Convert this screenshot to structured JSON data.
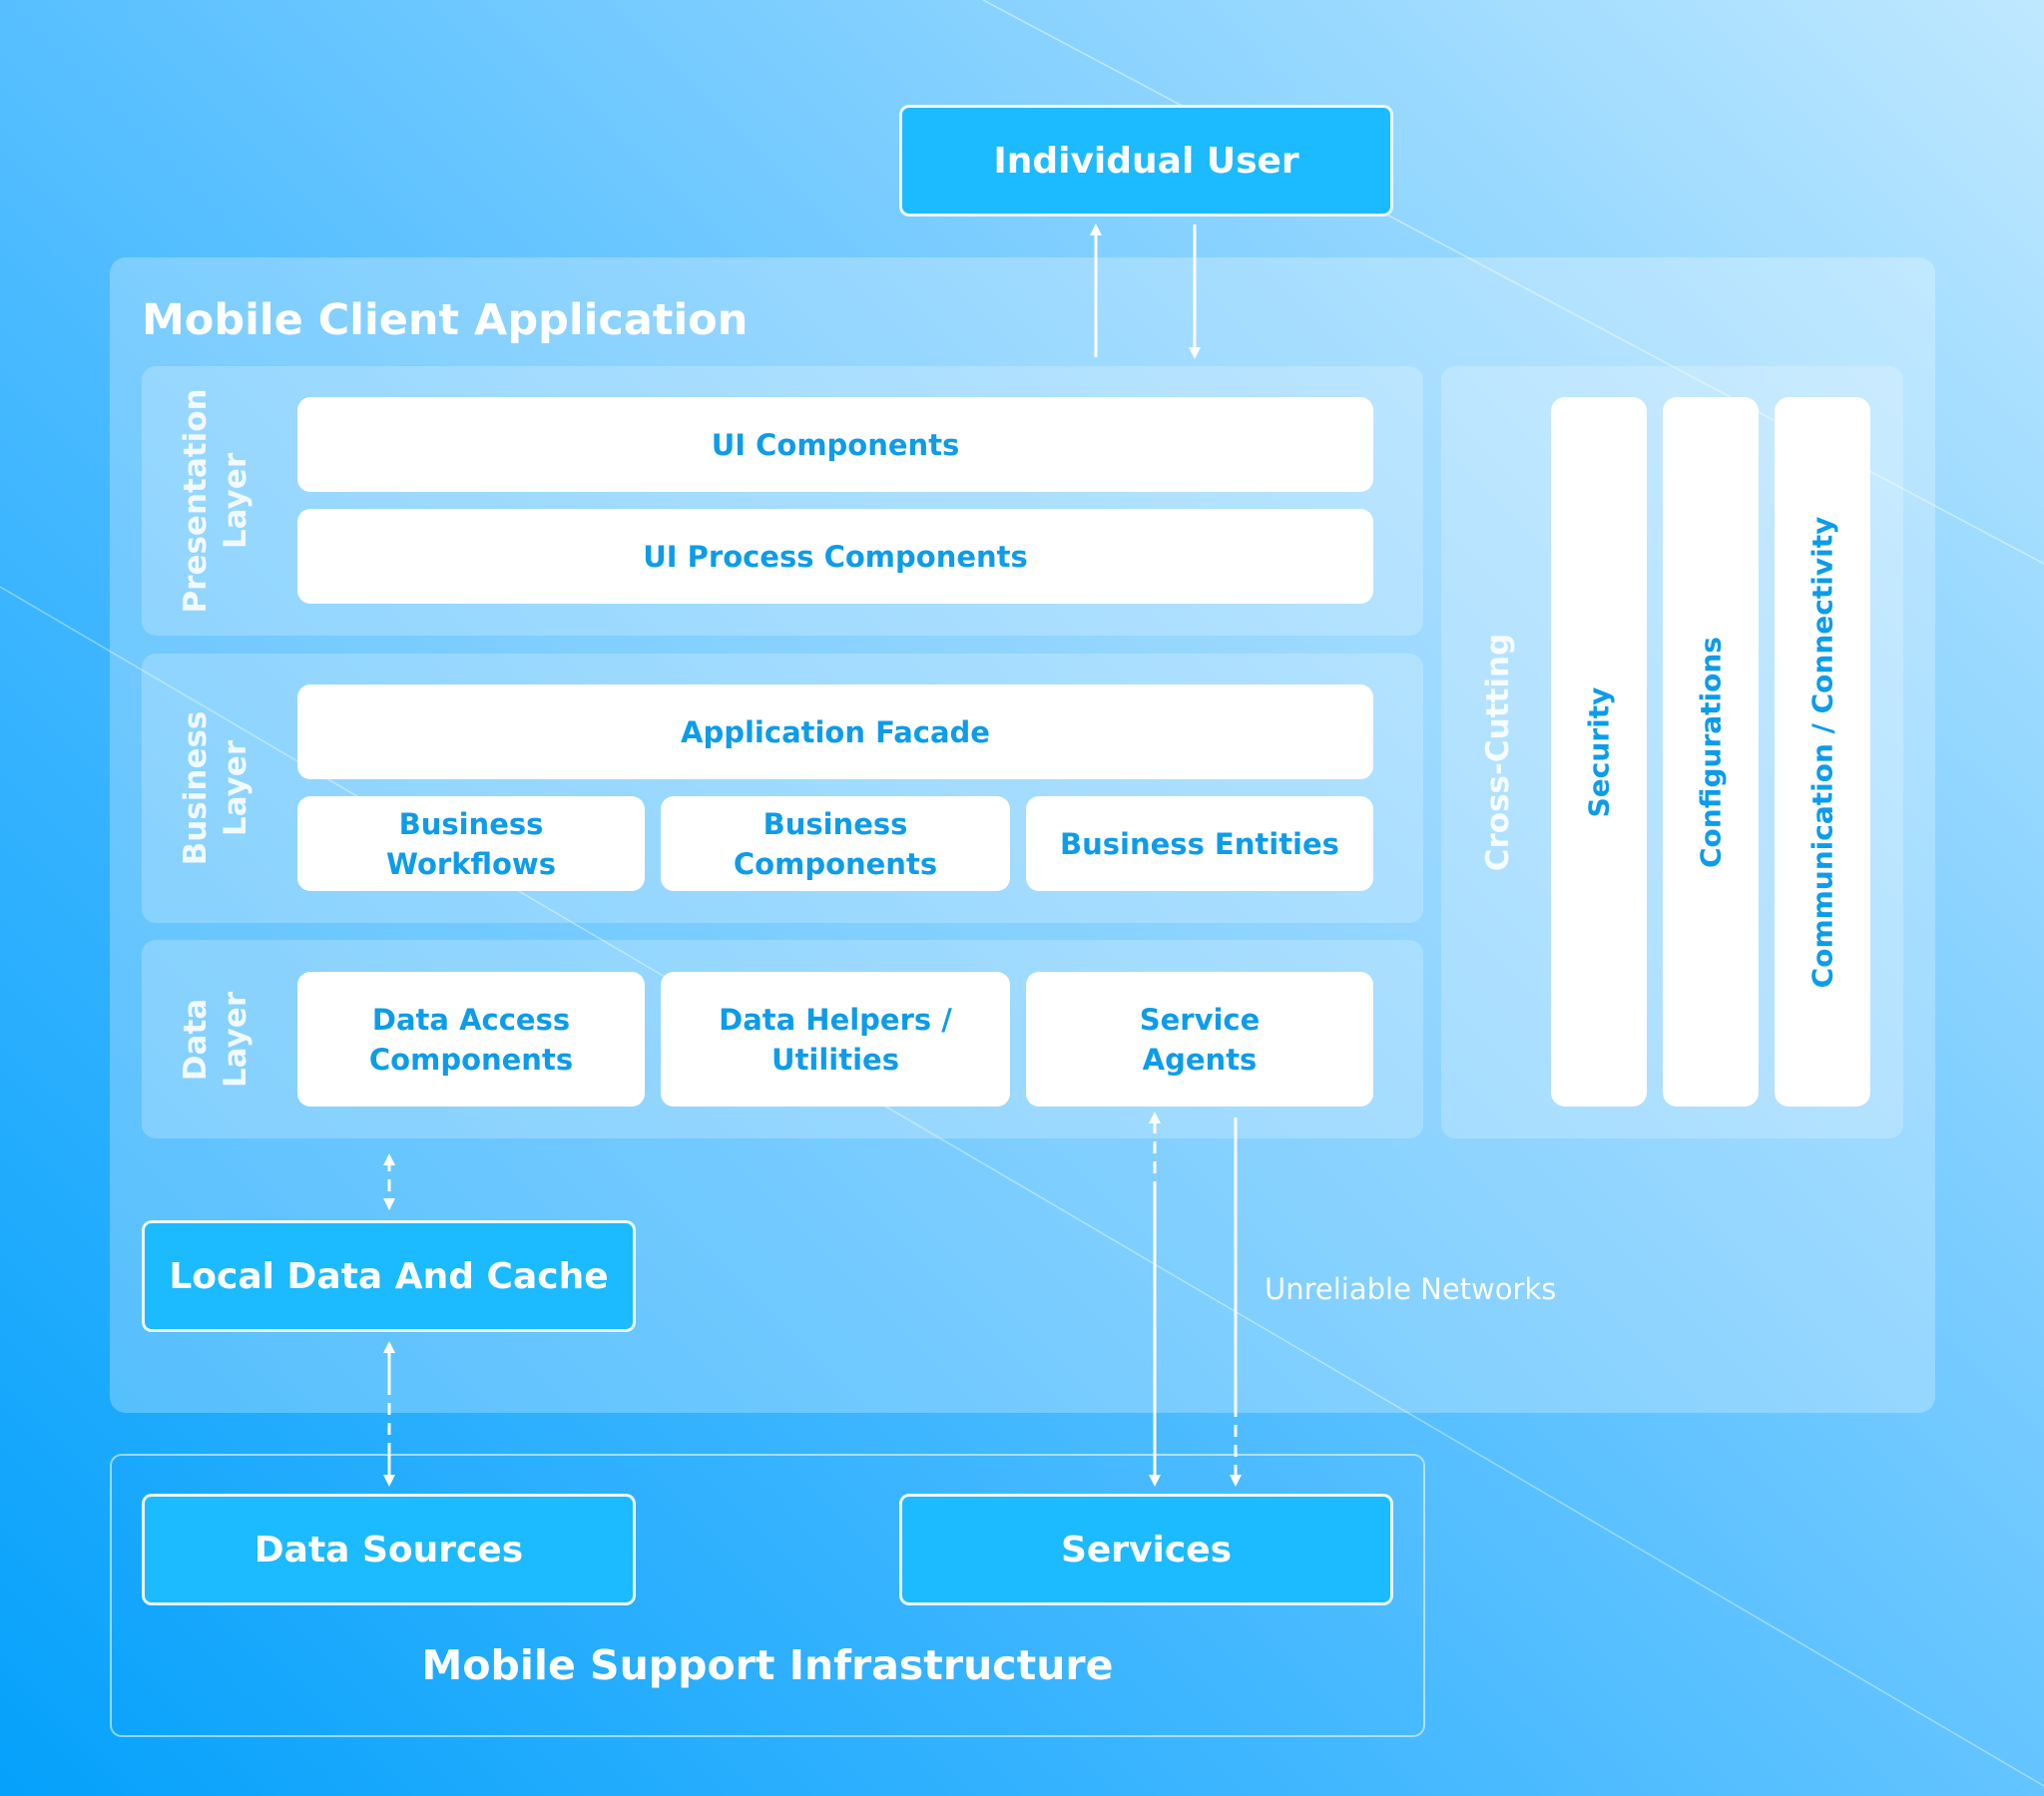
{
  "top_user": {
    "label": "Individual User"
  },
  "mobile_client": {
    "title": "Mobile Client Application",
    "presentation_layer": {
      "label_line1": "Presentation",
      "label_line2": "Layer",
      "components": [
        "UI Components",
        "UI Process Components"
      ]
    },
    "business_layer": {
      "label_line1": "Business",
      "label_line2": "Layer",
      "facade": "Application Facade",
      "components": [
        "Business Workflows",
        "Business Components",
        "Business Entities"
      ]
    },
    "data_layer": {
      "label_line1": "Data",
      "label_line2": "Layer",
      "components": [
        {
          "line1": "Data Access",
          "line2": "Components"
        },
        {
          "line1": "Data Helpers /",
          "line2": "Utilities"
        },
        {
          "line1": "Service",
          "line2": "Agents"
        }
      ]
    },
    "cross_cutting": {
      "label": "Cross-Cutting",
      "items": [
        "Security",
        "Configurations",
        "Communication / Connectivity"
      ]
    },
    "local_cache": {
      "label": "Local Data And Cache"
    },
    "network_label": "Unreliable Networks"
  },
  "infrastructure": {
    "title": "Mobile Support Infrastructure",
    "data_sources": "Data Sources",
    "services": "Services"
  },
  "colors": {
    "box_blue": "#1cbaff",
    "text_blue": "#0d9ce9",
    "white": "#ffffff"
  }
}
